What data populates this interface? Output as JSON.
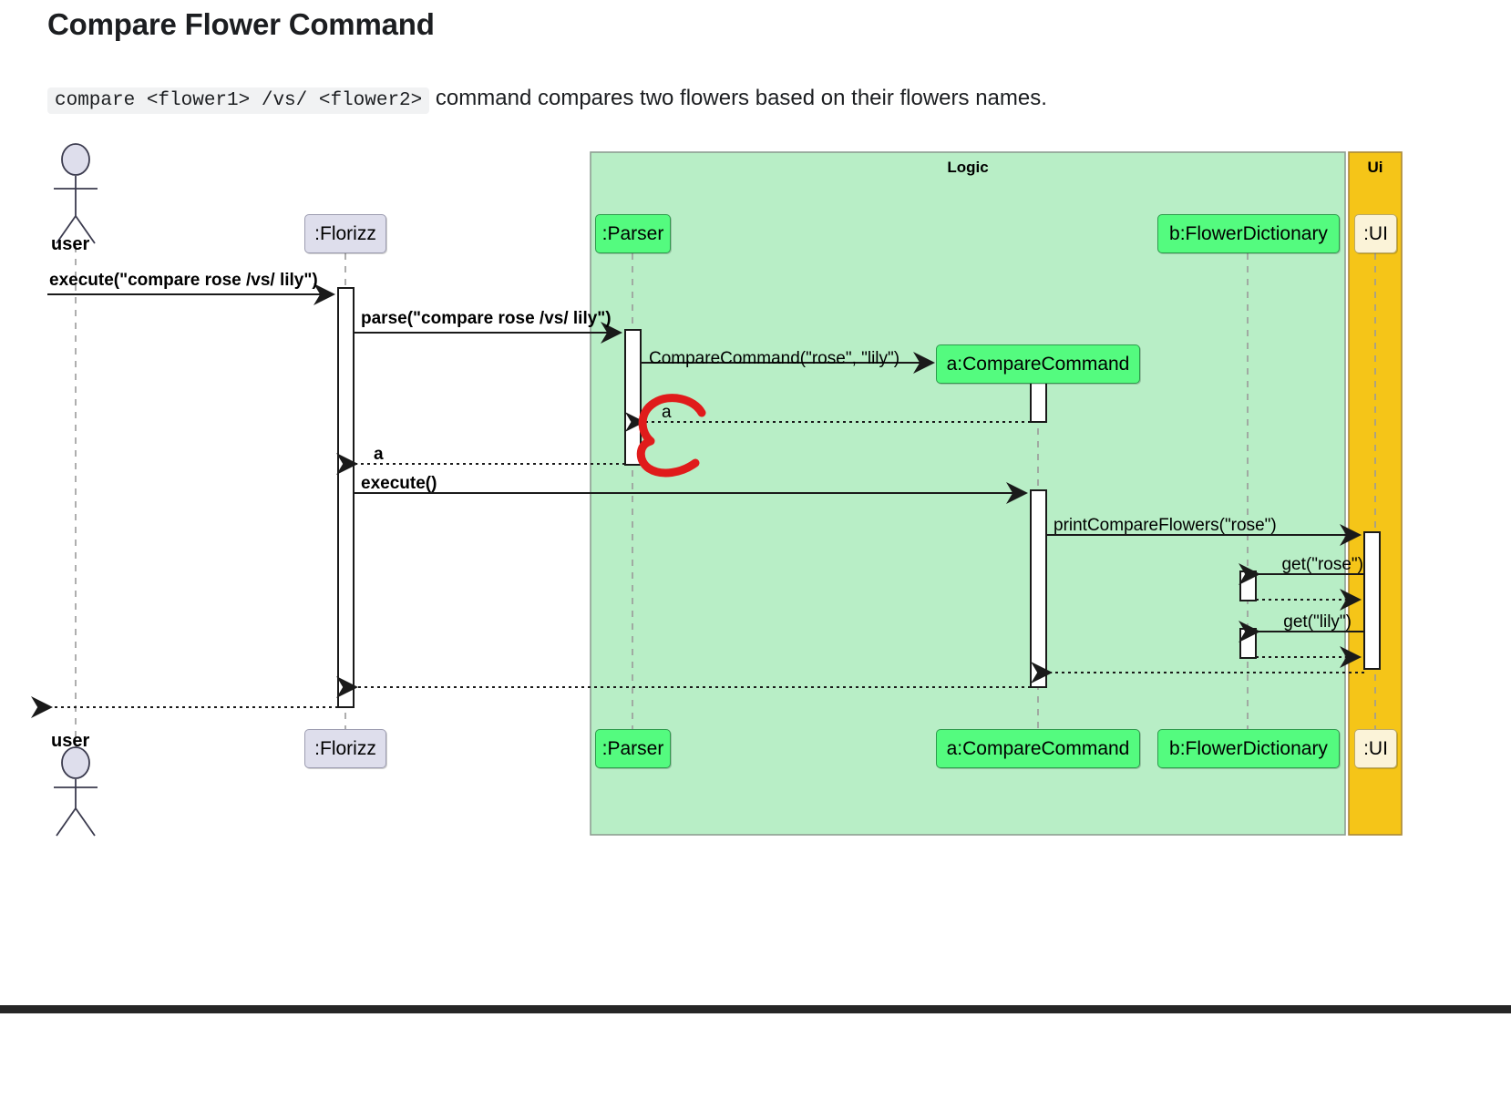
{
  "page": {
    "title": "Compare Flower Command",
    "intro_code": "compare <flower1> /vs/ <flower2>",
    "intro_text": " command compares two flowers based on their flowers names."
  },
  "colors": {
    "logic_group_fill": "#b8eec6",
    "logic_group_border": "#8e9e92",
    "ui_group_fill": "#f5c518",
    "ui_group_border": "#a9893a",
    "logic_object_fill": "#54fb7f",
    "logic_object_border": "#2e9b4c",
    "ui_object_fill": "#fbf3d8",
    "ui_object_border": "#b9a86a",
    "florizz_fill": "#dedeec",
    "florizz_border": "#9c9cb0",
    "annotation_red": "#e01b1b",
    "line": "#2b2b2b",
    "bottom_rule": "#262626"
  },
  "groups": [
    {
      "id": "logic",
      "label": "Logic"
    },
    {
      "id": "ui",
      "label": "Ui"
    }
  ],
  "actor": {
    "label_top": "user",
    "label_bottom": "user"
  },
  "lifelines": [
    {
      "id": "user",
      "label": "user",
      "kind": "actor"
    },
    {
      "id": "florizz",
      "label": ":Florizz",
      "kind": "florizz"
    },
    {
      "id": "parser",
      "label": ":Parser",
      "kind": "logic"
    },
    {
      "id": "cmd",
      "label": "a:CompareCommand",
      "kind": "logic"
    },
    {
      "id": "dict",
      "label": "b:FlowerDictionary",
      "kind": "logic"
    },
    {
      "id": "ui",
      "label": ":UI",
      "kind": "uiobj"
    }
  ],
  "messages": [
    {
      "id": "m1",
      "label": "execute(\"compare rose /vs/ lily\")",
      "from": "user",
      "to": "florizz",
      "style": "solid",
      "dir": "right",
      "bold": true
    },
    {
      "id": "m2",
      "label": "parse(\"compare rose /vs/ lily\")",
      "from": "florizz",
      "to": "parser",
      "style": "solid",
      "dir": "right",
      "bold": true
    },
    {
      "id": "m3",
      "label": "CompareCommand(\"rose\", \"lily\")",
      "from": "parser",
      "to": "cmd",
      "style": "solid",
      "dir": "right",
      "bold": false
    },
    {
      "id": "m4",
      "label": "a",
      "from": "cmd",
      "to": "parser",
      "style": "dashed",
      "dir": "left",
      "bold": false,
      "annotated": true
    },
    {
      "id": "m5",
      "label": "a",
      "from": "parser",
      "to": "florizz",
      "style": "dashed",
      "dir": "left",
      "bold": true
    },
    {
      "id": "m6",
      "label": "execute()",
      "from": "florizz",
      "to": "cmd",
      "style": "solid",
      "dir": "right",
      "bold": true
    },
    {
      "id": "m7",
      "label": "printCompareFlowers(\"rose\")",
      "from": "cmd",
      "to": "ui",
      "style": "solid",
      "dir": "right",
      "bold": false
    },
    {
      "id": "m8",
      "label": "get(\"rose\")",
      "from": "ui",
      "to": "dict",
      "style": "solid",
      "dir": "left",
      "bold": false
    },
    {
      "id": "m9",
      "label": "",
      "from": "dict",
      "to": "ui",
      "style": "dashed",
      "dir": "right",
      "bold": false
    },
    {
      "id": "m10",
      "label": "get(\"lily\")",
      "from": "ui",
      "to": "dict",
      "style": "solid",
      "dir": "left",
      "bold": false
    },
    {
      "id": "m11",
      "label": "",
      "from": "dict",
      "to": "ui",
      "style": "dashed",
      "dir": "right",
      "bold": false
    },
    {
      "id": "m12",
      "label": "",
      "from": "ui",
      "to": "cmd",
      "style": "dashed",
      "dir": "left",
      "bold": false
    },
    {
      "id": "m13",
      "label": "",
      "from": "cmd",
      "to": "florizz",
      "style": "dashed",
      "dir": "left",
      "bold": false
    },
    {
      "id": "m14",
      "label": "",
      "from": "florizz",
      "to": "user",
      "style": "dashed",
      "dir": "left",
      "bold": false
    }
  ],
  "annotation": {
    "type": "hand-drawn-circle",
    "target_message": "m4",
    "color": "#e01b1b"
  }
}
